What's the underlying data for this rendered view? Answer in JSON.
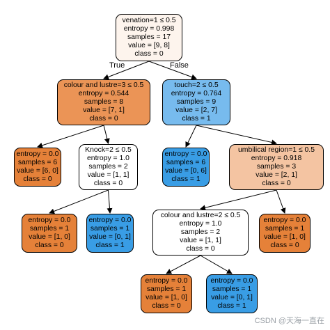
{
  "colors": {
    "orange_strong": "#e58139",
    "orange_medium": "#eb9456",
    "orange_light": "#f4c4a2",
    "orange_faint": "#fdf4ed",
    "blue_strong": "#399de5",
    "blue_medium": "#77bbee",
    "white": "#ffffff"
  },
  "edge_labels": {
    "true_label": "True",
    "false_label": "False"
  },
  "watermark": "CSDN @天海一直在",
  "nodes": [
    {
      "id": "root",
      "color": "#fdf4ed",
      "lines": [
        "venation=1 ≤ 0.5",
        "entropy = 0.998",
        "samples = 17",
        "value = [9, 8]",
        "class = 0"
      ]
    },
    {
      "id": "colour1",
      "color": "#eb9456",
      "lines": [
        "colour and lustre=3 ≤ 0.5",
        "entropy = 0.544",
        "samples = 8",
        "value = [7, 1]",
        "class = 0"
      ]
    },
    {
      "id": "touch",
      "color": "#77bbee",
      "lines": [
        "touch=2 ≤ 0.5",
        "entropy = 0.764",
        "samples = 9",
        "value = [2, 7]",
        "class = 1"
      ]
    },
    {
      "id": "leaf_a",
      "color": "#e58139",
      "lines": [
        "entropy = 0.0",
        "samples = 6",
        "value = [6, 0]",
        "class = 0"
      ]
    },
    {
      "id": "knock",
      "color": "#ffffff",
      "lines": [
        "Knock=2 ≤ 0.5",
        "entropy = 1.0",
        "samples = 2",
        "value = [1, 1]",
        "class = 0"
      ]
    },
    {
      "id": "leaf_b",
      "color": "#399de5",
      "lines": [
        "entropy = 0.0",
        "samples = 6",
        "value = [0, 6]",
        "class = 1"
      ]
    },
    {
      "id": "umbilical",
      "color": "#f4c4a2",
      "lines": [
        "umbilical region=1 ≤ 0.5",
        "entropy = 0.918",
        "samples = 3",
        "value = [2, 1]",
        "class = 0"
      ]
    },
    {
      "id": "leaf_c",
      "color": "#e58139",
      "lines": [
        "entropy = 0.0",
        "samples = 1",
        "value = [1, 0]",
        "class = 0"
      ]
    },
    {
      "id": "leaf_d",
      "color": "#399de5",
      "lines": [
        "entropy = 0.0",
        "samples = 1",
        "value = [0, 1]",
        "class = 1"
      ]
    },
    {
      "id": "colour2",
      "color": "#ffffff",
      "lines": [
        "colour and lustre=2 ≤ 0.5",
        "entropy = 1.0",
        "samples = 2",
        "value = [1, 1]",
        "class = 0"
      ]
    },
    {
      "id": "leaf_e",
      "color": "#e58139",
      "lines": [
        "entropy = 0.0",
        "samples = 1",
        "value = [1, 0]",
        "class = 0"
      ]
    },
    {
      "id": "leaf_f",
      "color": "#e58139",
      "lines": [
        "entropy = 0.0",
        "samples = 1",
        "value = [1, 0]",
        "class = 0"
      ]
    },
    {
      "id": "leaf_g",
      "color": "#399de5",
      "lines": [
        "entropy = 0.0",
        "samples = 1",
        "value = [0, 1]",
        "class = 1"
      ]
    }
  ],
  "edges": [
    [
      "root",
      "colour1"
    ],
    [
      "root",
      "touch"
    ],
    [
      "colour1",
      "leaf_a"
    ],
    [
      "colour1",
      "knock"
    ],
    [
      "touch",
      "leaf_b"
    ],
    [
      "touch",
      "umbilical"
    ],
    [
      "knock",
      "leaf_c"
    ],
    [
      "knock",
      "leaf_d"
    ],
    [
      "umbilical",
      "colour2"
    ],
    [
      "umbilical",
      "leaf_e"
    ],
    [
      "colour2",
      "leaf_f"
    ],
    [
      "colour2",
      "leaf_g"
    ]
  ]
}
